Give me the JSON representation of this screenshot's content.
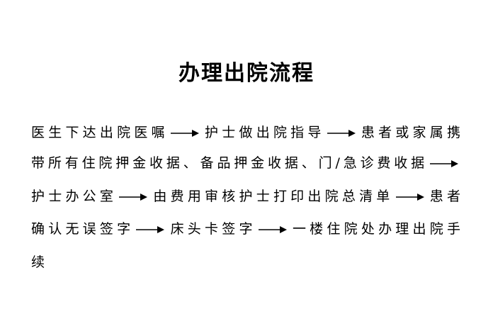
{
  "title": "办理出院流程",
  "lines": [
    [
      "医生下达出院医嘱",
      "护士做出院指导",
      "患者或家属携"
    ],
    [
      "带所有住院押金收据、备品押金收据、门/急诊费收据",
      ""
    ],
    [
      "护士办公室",
      "由费用审核护士打印出院总清单",
      "患者"
    ],
    [
      "确认无误签字",
      "床头卡签字",
      "一楼住院处办理出院手"
    ],
    [
      "续"
    ]
  ],
  "arrow_icon": "right-arrow-icon"
}
